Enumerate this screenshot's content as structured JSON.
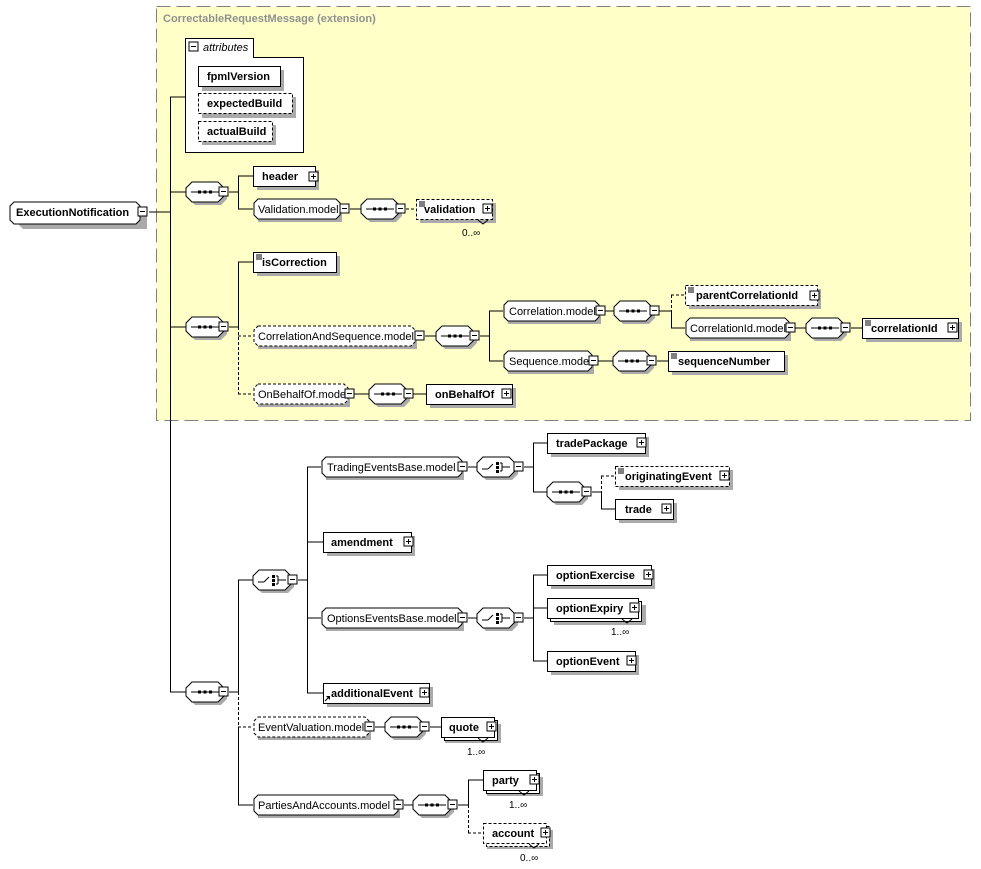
{
  "diagram": {
    "root": {
      "label": "ExecutionNotification"
    },
    "extension": {
      "base": "CorrectableRequestMessage",
      "kind": "(extension)",
      "background": "#FFFFC8"
    },
    "attributes": {
      "title": "attributes",
      "items": [
        {
          "label": "fpmlVersion",
          "optional": false
        },
        {
          "label": "expectedBuild",
          "optional": true
        },
        {
          "label": "actualBuild",
          "optional": true
        }
      ]
    },
    "nodes": {
      "header": "header",
      "validation_model": "Validation.model",
      "validation": "validation",
      "validation_card": "0..∞",
      "isCorrection": "isCorrection",
      "corr_seq_model": "CorrelationAndSequence.model",
      "correlation_model": "Correlation.model",
      "parentCorrelationId": "parentCorrelationId",
      "correlationId_model": "CorrelationId.model",
      "correlationId": "correlationId",
      "sequence_model": "Sequence.model",
      "sequenceNumber": "sequenceNumber",
      "onBehalfOf_model": "OnBehalfOf.model",
      "onBehalfOf": "onBehalfOf",
      "tradingEventsBase_model": "TradingEventsBase.model",
      "tradePackage": "tradePackage",
      "originatingEvent": "originatingEvent",
      "trade": "trade",
      "amendment": "amendment",
      "optionsEventsBase_model": "OptionsEventsBase.model",
      "optionExercise": "optionExercise",
      "optionExpiry": "optionExpiry",
      "optionExpiry_card": "1..∞",
      "optionEvent": "optionEvent",
      "additionalEvent": "additionalEvent",
      "eventValuation_model": "EventValuation.model",
      "quote": "quote",
      "quote_card": "1..∞",
      "partiesAndAccounts_model": "PartiesAndAccounts.model",
      "party": "party",
      "party_card": "1..∞",
      "account": "account",
      "account_card": "0..∞"
    }
  }
}
